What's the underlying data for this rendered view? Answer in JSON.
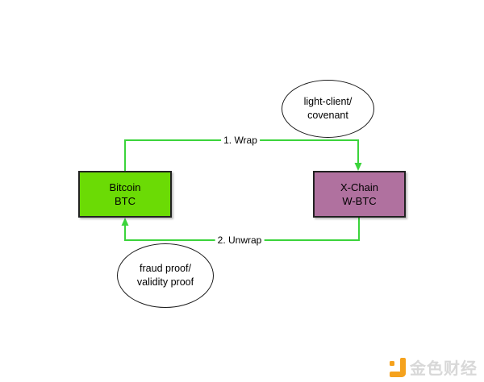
{
  "diagram": {
    "nodes": {
      "bitcoin": {
        "line1": "Bitcoin",
        "line2": "BTC"
      },
      "xchain": {
        "line1": "X-Chain",
        "line2": "W-BTC"
      },
      "light_client": {
        "line1": "light-client/",
        "line2": "covenant"
      },
      "proof": {
        "line1": "fraud proof/",
        "line2": "validity proof"
      }
    },
    "edges": {
      "wrap_label": "1. Wrap",
      "unwrap_label": "2. Unwrap"
    }
  },
  "watermark": {
    "text": "金色财经",
    "logo": "jinse-logo-icon"
  },
  "colors": {
    "bg": "#ffffff",
    "text": "#000000",
    "box_green": "#6bdb05",
    "box_purple": "#b0719f",
    "node_border": "#222222",
    "ellipse_border": "#1b1b1b",
    "arrow_green": "#3bd43b",
    "watermark_orange": "#f5a21d",
    "watermark_gray": "#d8d8d8"
  }
}
